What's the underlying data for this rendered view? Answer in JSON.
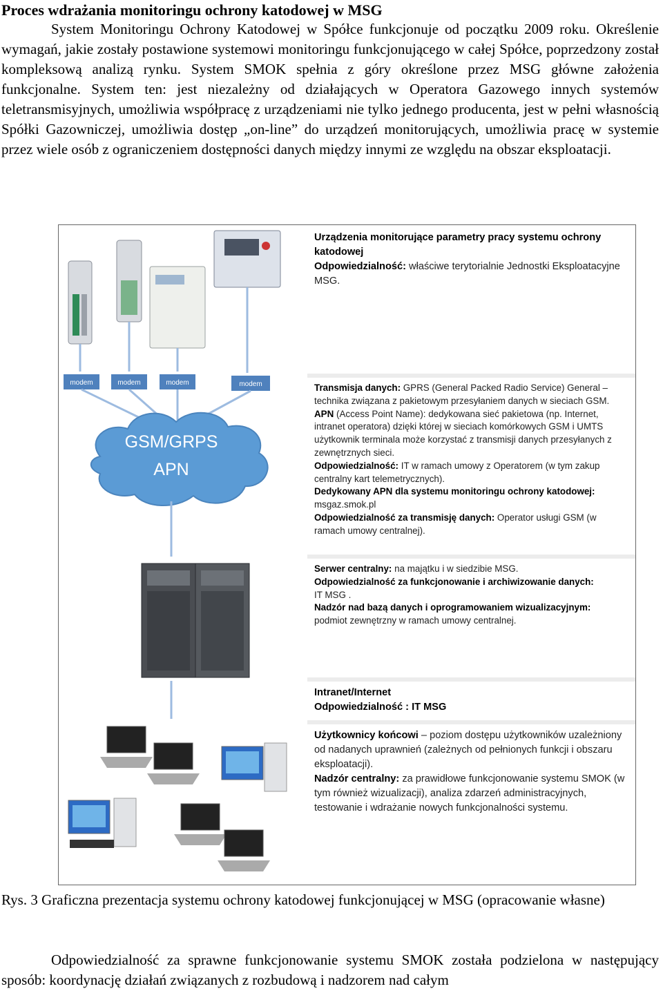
{
  "heading": "Proces wdrażania monitoringu ochrony katodowej w MSG",
  "intro_paragraph": "System Monitoringu Ochrony Katodowej w Spółce funkcjonuje od początku 2009 roku. Określenie wymagań, jakie zostały postawione systemowi monitoringu funkcjonującego w całej Spółce, poprzedzony został kompleksową analizą rynku. System SMOK spełnia z góry określone przez MSG główne założenia funkcjonalne. System ten: jest niezależny od działających w Operatora Gazowego innych systemów teletransmisyjnych, umożliwia współpracę z urządzeniami nie tylko jednego producenta, jest w pełni własnością Spółki Gazowniczej, umożliwia dostęp „on-line” do urządzeń monitorujących, umożliwia pracę w systemie przez wiele osób z ograniczeniem dostępności danych między innymi ze względu na obszar eksploatacji.",
  "figure": {
    "modem_labels": [
      "modem",
      "modem",
      "modem",
      "modem"
    ],
    "cloud_line1": "GSM/GRPS",
    "cloud_line2": "APN",
    "panel1": {
      "title": "Urządzenia monitorujące parametry pracy systemu ochrony katodowej",
      "resp_label": "Odpowiedzialność:",
      "resp_text": "właściwe terytorialnie Jednostki Eksploatacyjne MSG."
    },
    "panel2": {
      "t1_label": "Transmisja danych:",
      "t1_text": "GPRS (General Packed Radio Service) General – technika związana z pakietowym przesyłaniem danych w sieciach GSM.",
      "t2_label": "APN",
      "t2_text": "(Access Point Name): dedykowana sieć pakietowa (np. Internet, intranet operatora) dzięki której w sieciach komórkowych GSM i UMTS użytkownik terminala może korzystać z transmisji danych przesyłanych z zewnętrznych sieci.",
      "t3_label": "Odpowiedzialność:",
      "t3_text": "IT w ramach umowy z Operatorem (w tym zakup centralny kart telemetrycznych).",
      "t4_label": "Dedykowany APN dla systemu monitoringu ochrony katodowej:",
      "t4_text": "msgaz.smok.pl",
      "t5_label": "Odpowiedzialność za transmisję danych:",
      "t5_text": "Operator usługi GSM (w ramach umowy centralnej)."
    },
    "panel3": {
      "t1_label": "Serwer centralny:",
      "t1_text": "na majątku i w siedzibie MSG.",
      "t2_label": "Odpowiedzialność za funkcjonowanie i archiwizowanie danych:",
      "t2_text": "IT MSG .",
      "t3_label": "Nadzór nad bazą danych i oprogramowaniem wizualizacyjnym:",
      "t3_text": "podmiot zewnętrzny w ramach umowy centralnej."
    },
    "panel4": {
      "line1": "Intranet/Internet",
      "line2": "Odpowiedzialność : IT MSG"
    },
    "panel5": {
      "t1_label": "Użytkownicy końcowi",
      "t1_text": "– poziom dostępu użytkowników uzależniony od nadanych uprawnień (zależnych od pełnionych funkcji i obszaru eksploatacji).",
      "t2_label": "Nadzór centralny:",
      "t2_text": "za prawidłowe funkcjonowanie systemu SMOK (w tym również wizualizacji), analiza zdarzeń administracyjnych, testowanie i wdrażanie nowych funkcjonalności systemu."
    }
  },
  "caption": "Rys. 3 Graficzna prezentacja systemu ochrony katodowej funkcjonującej w MSG (opracowanie własne)",
  "closing_paragraph": "Odpowiedzialność za sprawne funkcjonowanie systemu SMOK została podzielona w następujący sposób: koordynację działań związanych z rozbudową i nadzorem nad całym",
  "colors": {
    "modem_blue": "#4f81bd",
    "cloud_blue": "#5b9bd5",
    "panel_gray": "#ececec"
  }
}
